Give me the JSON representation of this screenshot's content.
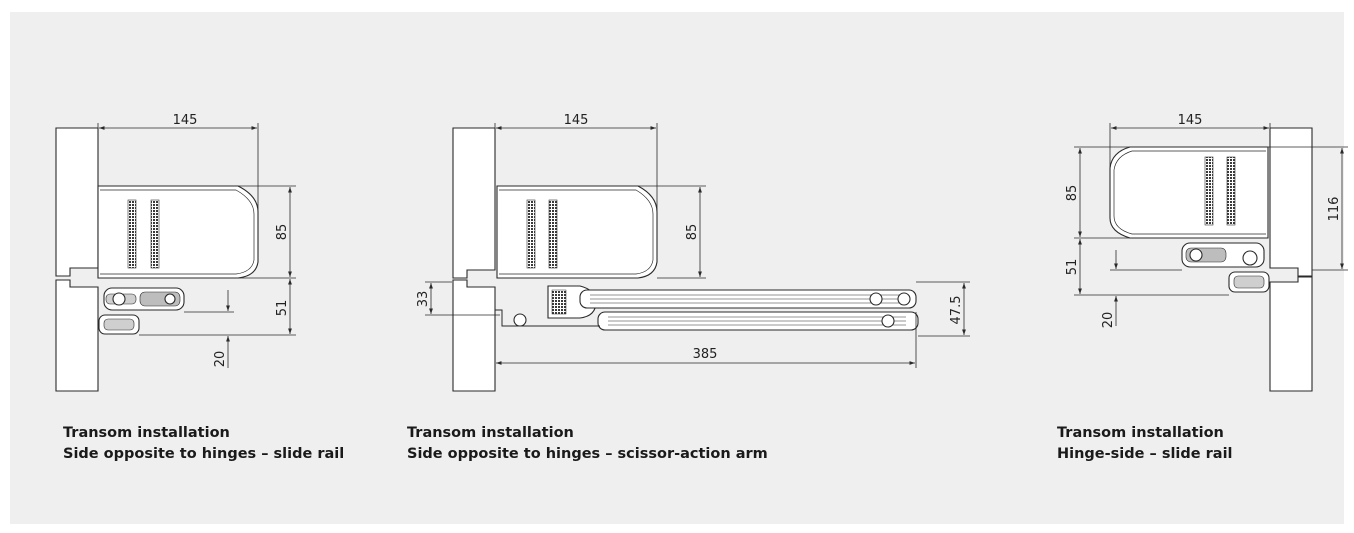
{
  "colors": {
    "background": "#efefef",
    "line": "#2a2a2a",
    "text": "#1a1a1a"
  },
  "diagrams": [
    {
      "dims": {
        "width_top": "145",
        "height_body": "85",
        "height_arm": "51",
        "offset_rail": "20"
      },
      "caption": {
        "line1": "Transom installation",
        "line2": "Side opposite to hinges – slide rail"
      }
    },
    {
      "dims": {
        "width_top": "145",
        "height_body": "85",
        "offset_arm": "33",
        "height_rail": "47.5",
        "length_arm": "385"
      },
      "caption": {
        "line1": "Transom installation",
        "line2": "Side opposite to hinges – scissor-action arm"
      }
    },
    {
      "dims": {
        "width_top": "145",
        "height_body": "85",
        "height_total": "116",
        "height_arm": "51",
        "offset_rail": "20"
      },
      "caption": {
        "line1": "Transom installation",
        "line2": "Hinge-side – slide rail"
      }
    }
  ]
}
